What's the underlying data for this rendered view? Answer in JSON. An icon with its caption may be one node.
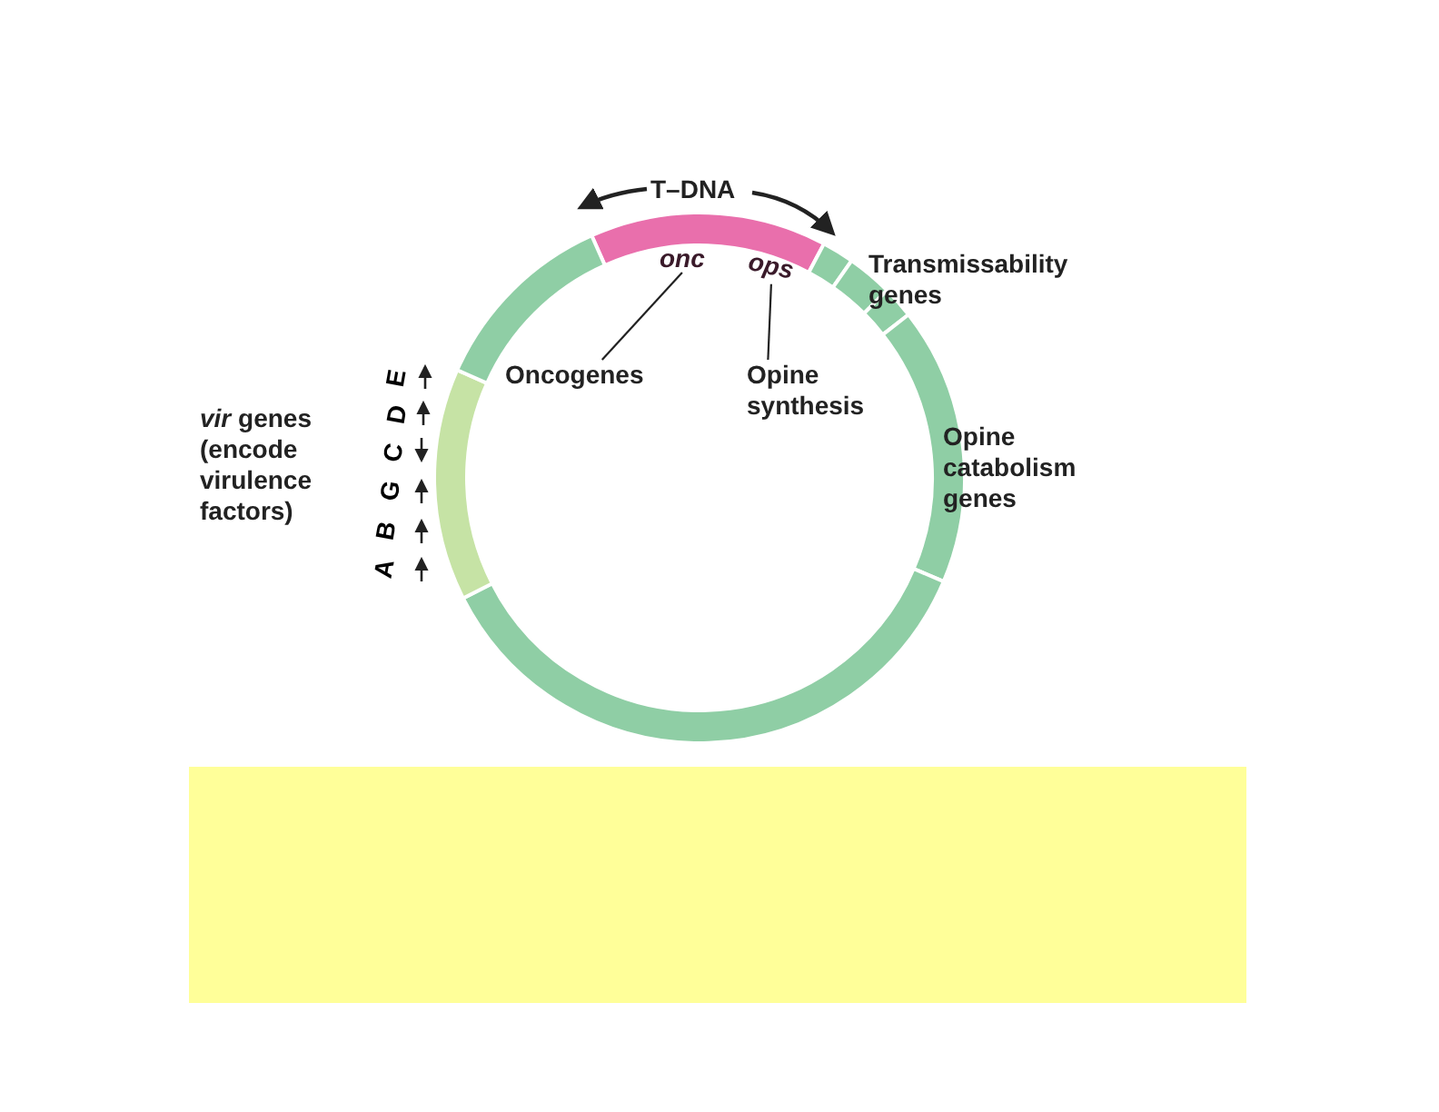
{
  "diagram": {
    "nodes": [
      {
        "text": [
          "onc"
        ]
      },
      {
        "text": [
          "ops"
        ]
      },
      {
        "text": [
          "Oncogenes"
        ]
      },
      {
        "text": [
          "Opine synthesis"
        ]
      }
    ],
    "edges": [
      {
        "from": 2,
        "to": 0,
        "arrow": "none"
      },
      {
        "from": 3,
        "to": 1,
        "arrow": "none"
      }
    ],
    "labels": [
      "T–DNA",
      "Transmissability genes",
      "Opine catabolism genes",
      "*vir* genes (encode virulence factors)",
      "A",
      "B",
      "G",
      "C",
      "D",
      "E"
    ]
  }
}
